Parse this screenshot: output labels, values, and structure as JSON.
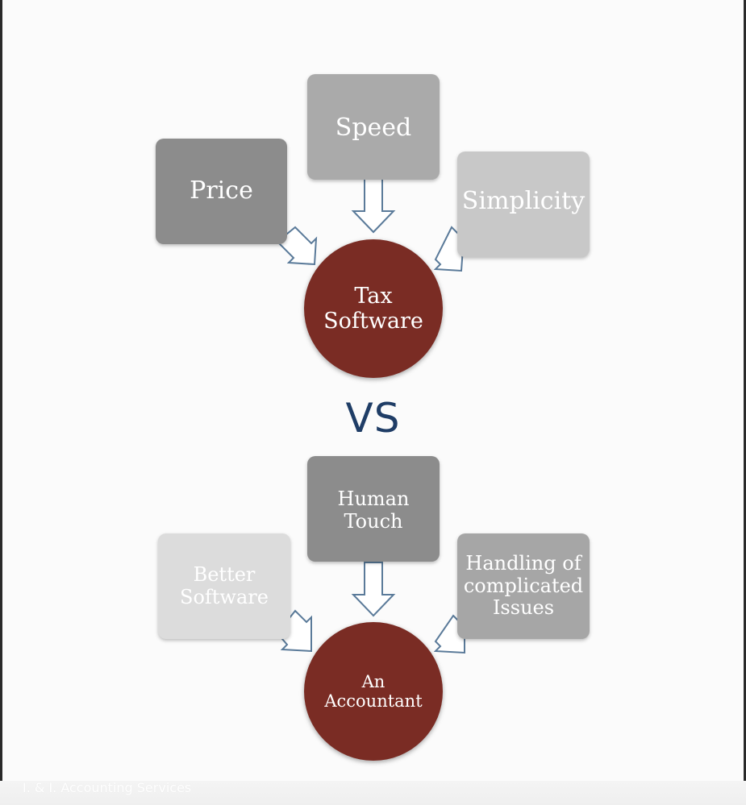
{
  "top_group": {
    "boxes": [
      {
        "label": "Price"
      },
      {
        "label": "Speed"
      },
      {
        "label": "Simplicity"
      }
    ],
    "center": {
      "line1": "Tax",
      "line2": "Software"
    }
  },
  "vs_label": "VS",
  "bottom_group": {
    "boxes": [
      {
        "line1": "Better",
        "line2": "Software"
      },
      {
        "line1": "Human",
        "line2": "Touch"
      },
      {
        "line1": "Handling of",
        "line2": "complicated",
        "line3": "Issues"
      }
    ],
    "center": {
      "line1": "An",
      "line2": "Accountant"
    }
  },
  "footer": {
    "caption": "I. & I. Accounting Services"
  },
  "colors": {
    "box_dark": "#8c8c8c",
    "box_mid": "#a6a6a6",
    "box_light": "#c8c8c8",
    "box_lightest": "#dcdcdc",
    "circle": "#7a2c24",
    "vs_text": "#1f3d66"
  }
}
